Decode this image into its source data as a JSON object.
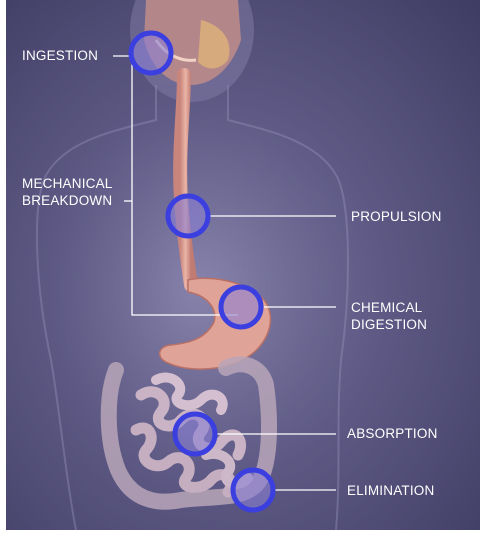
{
  "labels": {
    "ingestion": "INGESTION",
    "mechanical": "MECHANICAL\nBREAKDOWN",
    "propulsion": "PROPULSION",
    "chemical": "CHEMICAL\nDIGESTION",
    "absorption": "ABSORPTION",
    "elimination": "ELIMINATION"
  },
  "colors": {
    "background": "#4f4c75",
    "marker_ring": "#3b3fe0",
    "marker_fill": "#8a7fd6",
    "leader_line": "#ffffff",
    "organ": "#d89a8f",
    "intestine": "#b7a3b7"
  }
}
